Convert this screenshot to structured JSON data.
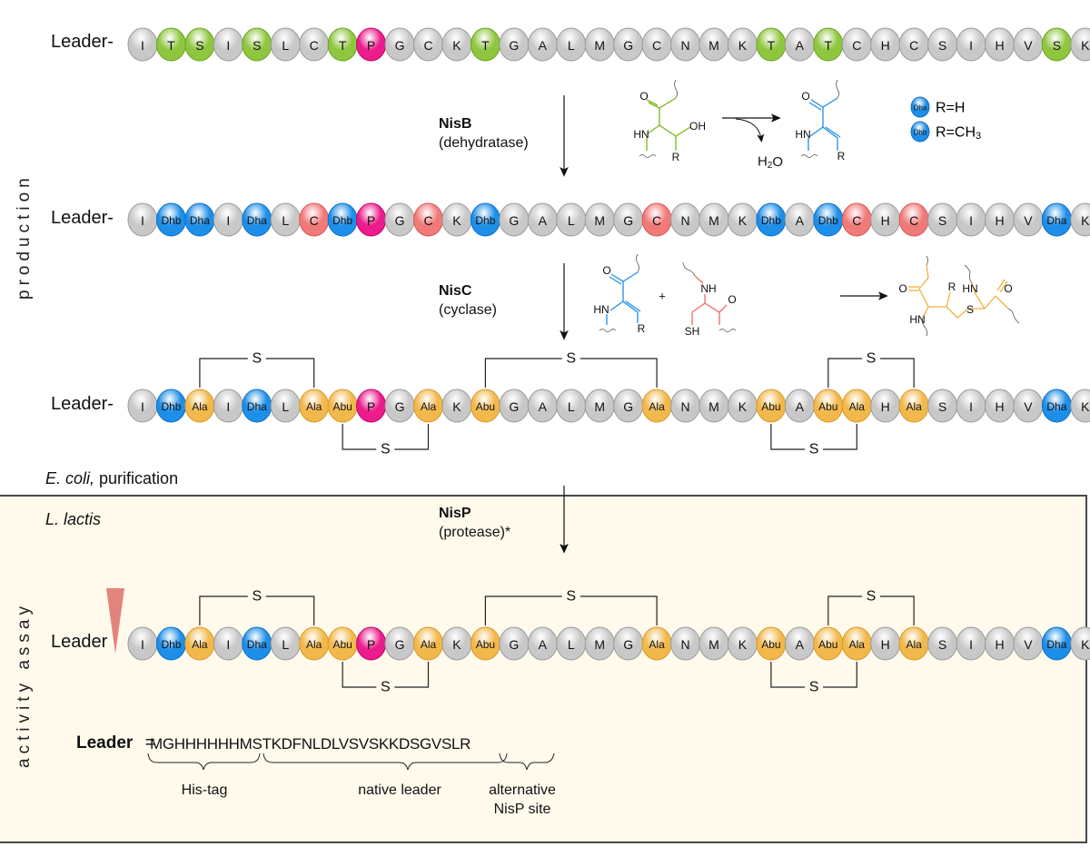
{
  "side_labels": {
    "production": "production",
    "activity_assay": "activity assay"
  },
  "colors": {
    "grey": "#c8c8c8",
    "green": "#8ec63f",
    "pink": "#ec1c8c",
    "blue": "#1e8fe8",
    "red": "#f07a78",
    "orange": "#f2b84b",
    "assay_bg": "#fffaec",
    "cleavage_triangle": "#e2847c"
  },
  "rows": [
    {
      "id": "precursor",
      "leader_label": "Leader-",
      "residues": [
        {
          "l": "I",
          "c": "grey"
        },
        {
          "l": "T",
          "c": "green"
        },
        {
          "l": "S",
          "c": "green"
        },
        {
          "l": "I",
          "c": "grey"
        },
        {
          "l": "S",
          "c": "green"
        },
        {
          "l": "L",
          "c": "grey"
        },
        {
          "l": "C",
          "c": "grey"
        },
        {
          "l": "T",
          "c": "green"
        },
        {
          "l": "P",
          "c": "pink"
        },
        {
          "l": "G",
          "c": "grey"
        },
        {
          "l": "C",
          "c": "grey"
        },
        {
          "l": "K",
          "c": "grey"
        },
        {
          "l": "T",
          "c": "green"
        },
        {
          "l": "G",
          "c": "grey"
        },
        {
          "l": "A",
          "c": "grey"
        },
        {
          "l": "L",
          "c": "grey"
        },
        {
          "l": "M",
          "c": "grey"
        },
        {
          "l": "G",
          "c": "grey"
        },
        {
          "l": "C",
          "c": "grey"
        },
        {
          "l": "N",
          "c": "grey"
        },
        {
          "l": "M",
          "c": "grey"
        },
        {
          "l": "K",
          "c": "grey"
        },
        {
          "l": "T",
          "c": "green"
        },
        {
          "l": "A",
          "c": "grey"
        },
        {
          "l": "T",
          "c": "green"
        },
        {
          "l": "C",
          "c": "grey"
        },
        {
          "l": "H",
          "c": "grey"
        },
        {
          "l": "C",
          "c": "grey"
        },
        {
          "l": "S",
          "c": "grey"
        },
        {
          "l": "I",
          "c": "grey"
        },
        {
          "l": "H",
          "c": "grey"
        },
        {
          "l": "V",
          "c": "grey"
        },
        {
          "l": "S",
          "c": "green"
        },
        {
          "l": "K",
          "c": "grey"
        }
      ],
      "bridges": []
    },
    {
      "id": "dehydrated",
      "leader_label": "Leader-",
      "residues": [
        {
          "l": "I",
          "c": "grey"
        },
        {
          "l": "Dhb",
          "c": "blue"
        },
        {
          "l": "Dha",
          "c": "blue"
        },
        {
          "l": "I",
          "c": "grey"
        },
        {
          "l": "Dha",
          "c": "blue"
        },
        {
          "l": "L",
          "c": "grey"
        },
        {
          "l": "C",
          "c": "red"
        },
        {
          "l": "Dhb",
          "c": "blue"
        },
        {
          "l": "P",
          "c": "pink"
        },
        {
          "l": "G",
          "c": "grey"
        },
        {
          "l": "C",
          "c": "red"
        },
        {
          "l": "K",
          "c": "grey"
        },
        {
          "l": "Dhb",
          "c": "blue"
        },
        {
          "l": "G",
          "c": "grey"
        },
        {
          "l": "A",
          "c": "grey"
        },
        {
          "l": "L",
          "c": "grey"
        },
        {
          "l": "M",
          "c": "grey"
        },
        {
          "l": "G",
          "c": "grey"
        },
        {
          "l": "C",
          "c": "red"
        },
        {
          "l": "N",
          "c": "grey"
        },
        {
          "l": "M",
          "c": "grey"
        },
        {
          "l": "K",
          "c": "grey"
        },
        {
          "l": "Dhb",
          "c": "blue"
        },
        {
          "l": "A",
          "c": "grey"
        },
        {
          "l": "Dhb",
          "c": "blue"
        },
        {
          "l": "C",
          "c": "red"
        },
        {
          "l": "H",
          "c": "grey"
        },
        {
          "l": "C",
          "c": "red"
        },
        {
          "l": "S",
          "c": "grey"
        },
        {
          "l": "I",
          "c": "grey"
        },
        {
          "l": "H",
          "c": "grey"
        },
        {
          "l": "V",
          "c": "grey"
        },
        {
          "l": "Dha",
          "c": "blue"
        },
        {
          "l": "K",
          "c": "grey"
        }
      ],
      "bridges": []
    },
    {
      "id": "cyclized",
      "leader_label": "Leader-",
      "residues": [
        {
          "l": "I",
          "c": "grey"
        },
        {
          "l": "Dhb",
          "c": "blue"
        },
        {
          "l": "Ala",
          "c": "orange"
        },
        {
          "l": "I",
          "c": "grey"
        },
        {
          "l": "Dha",
          "c": "blue"
        },
        {
          "l": "L",
          "c": "grey"
        },
        {
          "l": "Ala",
          "c": "orange"
        },
        {
          "l": "Abu",
          "c": "orange"
        },
        {
          "l": "P",
          "c": "pink"
        },
        {
          "l": "G",
          "c": "grey"
        },
        {
          "l": "Ala",
          "c": "orange"
        },
        {
          "l": "K",
          "c": "grey"
        },
        {
          "l": "Abu",
          "c": "orange"
        },
        {
          "l": "G",
          "c": "grey"
        },
        {
          "l": "A",
          "c": "grey"
        },
        {
          "l": "L",
          "c": "grey"
        },
        {
          "l": "M",
          "c": "grey"
        },
        {
          "l": "G",
          "c": "grey"
        },
        {
          "l": "Ala",
          "c": "orange"
        },
        {
          "l": "N",
          "c": "grey"
        },
        {
          "l": "M",
          "c": "grey"
        },
        {
          "l": "K",
          "c": "grey"
        },
        {
          "l": "Abu",
          "c": "orange"
        },
        {
          "l": "A",
          "c": "grey"
        },
        {
          "l": "Abu",
          "c": "orange"
        },
        {
          "l": "Ala",
          "c": "orange"
        },
        {
          "l": "H",
          "c": "grey"
        },
        {
          "l": "Ala",
          "c": "orange"
        },
        {
          "l": "S",
          "c": "grey"
        },
        {
          "l": "I",
          "c": "grey"
        },
        {
          "l": "H",
          "c": "grey"
        },
        {
          "l": "V",
          "c": "grey"
        },
        {
          "l": "Dha",
          "c": "blue"
        },
        {
          "l": "K",
          "c": "grey"
        }
      ],
      "bridges": [
        {
          "from": 2,
          "to": 6,
          "side": "top",
          "label": "S"
        },
        {
          "from": 7,
          "to": 10,
          "side": "bottom",
          "label": "S"
        },
        {
          "from": 12,
          "to": 18,
          "side": "top",
          "label": "S"
        },
        {
          "from": 22,
          "to": 25,
          "side": "bottom",
          "label": "S"
        },
        {
          "from": 24,
          "to": 27,
          "side": "top",
          "label": "S"
        }
      ]
    },
    {
      "id": "cleaved",
      "leader_label": "Leader",
      "residues": [
        {
          "l": "I",
          "c": "grey"
        },
        {
          "l": "Dhb",
          "c": "blue"
        },
        {
          "l": "Ala",
          "c": "orange"
        },
        {
          "l": "I",
          "c": "grey"
        },
        {
          "l": "Dha",
          "c": "blue"
        },
        {
          "l": "L",
          "c": "grey"
        },
        {
          "l": "Ala",
          "c": "orange"
        },
        {
          "l": "Abu",
          "c": "orange"
        },
        {
          "l": "P",
          "c": "pink"
        },
        {
          "l": "G",
          "c": "grey"
        },
        {
          "l": "Ala",
          "c": "orange"
        },
        {
          "l": "K",
          "c": "grey"
        },
        {
          "l": "Abu",
          "c": "orange"
        },
        {
          "l": "G",
          "c": "grey"
        },
        {
          "l": "A",
          "c": "grey"
        },
        {
          "l": "L",
          "c": "grey"
        },
        {
          "l": "M",
          "c": "grey"
        },
        {
          "l": "G",
          "c": "grey"
        },
        {
          "l": "Ala",
          "c": "orange"
        },
        {
          "l": "N",
          "c": "grey"
        },
        {
          "l": "M",
          "c": "grey"
        },
        {
          "l": "K",
          "c": "grey"
        },
        {
          "l": "Abu",
          "c": "orange"
        },
        {
          "l": "A",
          "c": "grey"
        },
        {
          "l": "Abu",
          "c": "orange"
        },
        {
          "l": "Ala",
          "c": "orange"
        },
        {
          "l": "H",
          "c": "grey"
        },
        {
          "l": "Ala",
          "c": "orange"
        },
        {
          "l": "S",
          "c": "grey"
        },
        {
          "l": "I",
          "c": "grey"
        },
        {
          "l": "H",
          "c": "grey"
        },
        {
          "l": "V",
          "c": "grey"
        },
        {
          "l": "Dha",
          "c": "blue"
        },
        {
          "l": "K",
          "c": "grey"
        }
      ],
      "bridges": [
        {
          "from": 2,
          "to": 6,
          "side": "top",
          "label": "S"
        },
        {
          "from": 7,
          "to": 10,
          "side": "bottom",
          "label": "S"
        },
        {
          "from": 12,
          "to": 18,
          "side": "top",
          "label": "S"
        },
        {
          "from": 22,
          "to": 25,
          "side": "bottom",
          "label": "S"
        },
        {
          "from": 24,
          "to": 27,
          "side": "top",
          "label": "S"
        }
      ]
    }
  ],
  "steps": {
    "nisB": {
      "name": "NisB",
      "role": "(dehydratase)"
    },
    "nisC": {
      "name": "NisC",
      "role": "(cyclase)"
    },
    "nisP": {
      "name": "NisP",
      "role": "(protease)*"
    }
  },
  "chem": {
    "dehydration": {
      "atoms_reactant": {
        "O": "O",
        "OH": "OH",
        "HN": "HN",
        "R": "R"
      },
      "byproduct": "H2O",
      "atoms_product": {
        "O": "O",
        "HN": "HN",
        "R": "R"
      }
    },
    "legend": [
      {
        "bead": "Dha",
        "text": "R=H"
      },
      {
        "bead": "Dhb",
        "text": "R=CH3"
      }
    ],
    "cyclization": {
      "plus": "+",
      "dehydro": {
        "O": "O",
        "HN": "HN",
        "R": "R"
      },
      "cys": {
        "NH": "NH",
        "O": "O",
        "SH": "SH"
      },
      "product": {
        "O1": "O",
        "R": "R",
        "HN1": "HN",
        "HN2": "HN",
        "S": "S",
        "O2": "O"
      }
    }
  },
  "organisms": {
    "ecoli_species": "E. coli,",
    "ecoli_rest": " purification",
    "llactis": "L. lactis"
  },
  "leader_definition": {
    "label": "Leader",
    "equals": "=",
    "sequence": "MGHHHHHHMSTKDFNLDLVSVSKKDSGVSLR",
    "segments": [
      {
        "text": "MGHHHHHH",
        "label": "His-tag"
      },
      {
        "text": "MSTKDFNLDLVSVSKKDSG",
        "label": "native leader"
      },
      {
        "text": "VSLR",
        "label": "alternative NisP site"
      }
    ],
    "alt_label_line1": "alternative",
    "alt_label_line2": "NisP site"
  }
}
